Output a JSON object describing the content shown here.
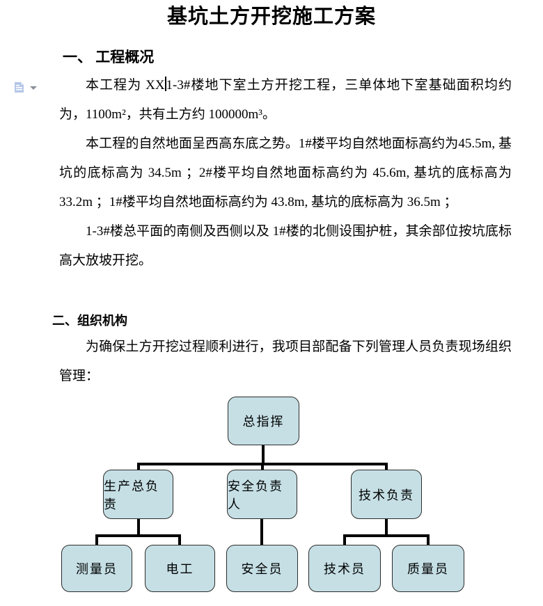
{
  "document": {
    "title": "基坑土方开挖施工方案",
    "section1": {
      "heading": "一、 工程概况",
      "para1_before_caret": "本工程为 XX",
      "para1_after_caret": "1-3#楼地下室土方开挖工程，三单体地下室基础面积均约为，1100m²，共有土方约 100000m³。",
      "para2": "本工程的自然地面呈西高东底之势。1#楼平均自然地面标高约为45.5m, 基坑的底标高为 34.5m ；2#楼平均自然地面标高约为 45.6m, 基坑的底标高为33.2m ；1#楼平均自然地面标高约为 43.8m, 基坑的底标高为 36.5m ；",
      "para3": "1-3#楼总平面的南侧及西侧以及 1#楼的北侧设围护桩，其余部位按坑底标高大放坡开挖。"
    },
    "section2": {
      "heading": "二、组织机构",
      "para1": "为确保土方开挖过程顺利进行，我项目部配备下列管理人员负责现场组织管理："
    }
  },
  "margin_button": {
    "icon_name": "paste-options-icon",
    "arrow_icon_name": "chevron-down-icon"
  },
  "org_chart": {
    "top": {
      "label": "总指挥"
    },
    "middle": [
      {
        "label": "生产总负责"
      },
      {
        "label": "安全负责人"
      },
      {
        "label": "技术负责"
      }
    ],
    "bottom": [
      {
        "label": "测量员"
      },
      {
        "label": "电工"
      },
      {
        "label": "安全员"
      },
      {
        "label": "技术员"
      },
      {
        "label": "质量员"
      }
    ],
    "node_fill": "#c5dfe5",
    "node_border": "#2b2b2b",
    "line_color": "#000000"
  }
}
